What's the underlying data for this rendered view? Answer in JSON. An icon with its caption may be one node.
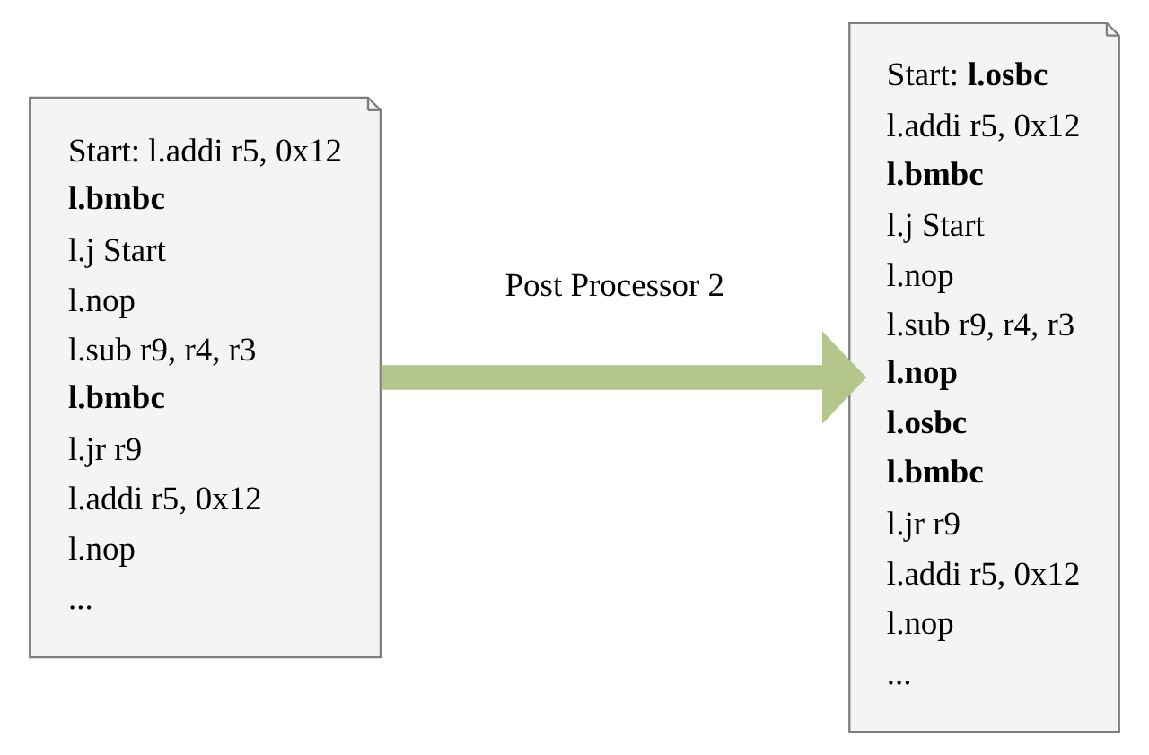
{
  "diagram": {
    "nodes": [
      {
        "text": [
          "Start: l.addi r5, 0x12",
          "**l.bmbc**",
          "l.j Start",
          "l.nop",
          "l.sub r9, r4, r3",
          "**l.bmbc**",
          "l.jr r9",
          "l.addi r5, 0x12",
          "l.nop",
          "..."
        ]
      },
      {
        "text": [
          "Start: **l.osbc**",
          "l.addi r5, 0x12",
          "**l.bmbc**",
          "l.j Start",
          "l.nop",
          "l.sub r9, r4, r3",
          "**l.nop**",
          "**l.osbc**",
          "**l.bmbc**",
          "l.jr r9",
          "l.addi r5, 0x12",
          "l.nop",
          "..."
        ]
      }
    ],
    "edges": [
      {
        "from": 0,
        "to": 1,
        "arrow": "to",
        "label": "Post Processor 2",
        "color": "#b5c68a"
      }
    ]
  }
}
